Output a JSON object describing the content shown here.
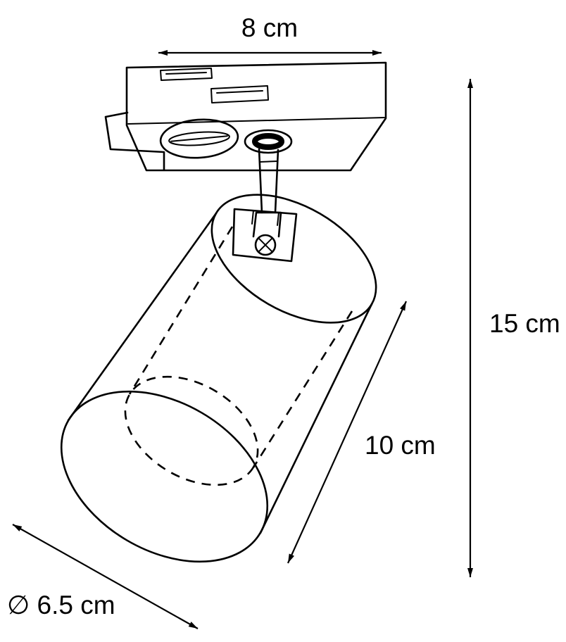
{
  "figure": {
    "type": "technical-dimension-drawing",
    "subject": "track-rail spotlight fixture",
    "line_color": "#000000",
    "background_color": "#ffffff"
  },
  "dimensions": {
    "width": {
      "label": "8 cm"
    },
    "height": {
      "label": "15 cm"
    },
    "body_length": {
      "label": "10 cm"
    },
    "diameter": {
      "label": "∅ 6.5 cm"
    }
  }
}
